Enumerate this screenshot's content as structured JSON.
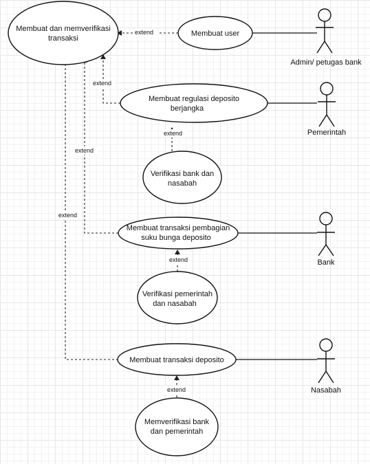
{
  "use_cases": {
    "main": [
      "Membuat dan memverifikasi",
      "transaksi"
    ],
    "create_user": [
      "Membuat user"
    ],
    "regulation": [
      "Membuat regulasi deposito",
      "berjangka"
    ],
    "verify_bank_customer": [
      "Verifikasi bank dan",
      "nasabah"
    ],
    "interest_sharing": [
      "Membuat transaksi pembagian",
      "suku bunga deposito"
    ],
    "verify_gov_customer": [
      "Verifikasi pemerintah",
      "dan nasabah"
    ],
    "deposit": [
      "Membuat transaksi deposito"
    ],
    "verify_bank_gov": [
      "Memverifikasi bank",
      "dan pemerintah"
    ]
  },
  "actors": {
    "admin": "Admin/ petugas bank",
    "government": "Pemerintah",
    "bank": "Bank",
    "customer": "Nasabah"
  },
  "relation_label": "extend"
}
